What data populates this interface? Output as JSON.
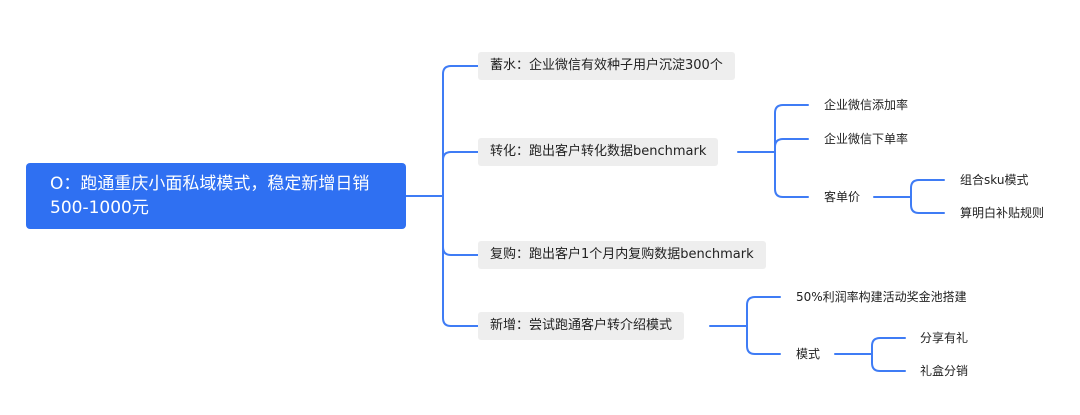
{
  "diagram": {
    "root": "O：跑通重庆小面私域模式，稳定新增日销500-1000元",
    "branches": {
      "xushui": {
        "label": "蓄水：企业微信有效种子用户沉淀300个"
      },
      "zhuanhua": {
        "label": "转化：跑出客户转化数据benchmark",
        "children": {
          "add_rate": "企业微信添加率",
          "order_rate": "企业微信下单率",
          "aov": {
            "label": "客单价",
            "children": {
              "sku": "组合sku模式",
              "subsidy": "算明白补贴规则"
            }
          }
        }
      },
      "fugou": {
        "label": "复购：跑出客户1个月内复购数据benchmark"
      },
      "xinzeng": {
        "label": "新增：尝试跑通客户转介绍模式",
        "children": {
          "pool": "50%利润率构建活动奖金池搭建",
          "mode": {
            "label": "模式",
            "children": {
              "share": "分享有礼",
              "giftbox": "礼盒分销"
            }
          }
        }
      }
    }
  },
  "colors": {
    "line": "#3f7cf5",
    "root_bg": "#2f70f2",
    "box_bg": "#eeeeee"
  }
}
